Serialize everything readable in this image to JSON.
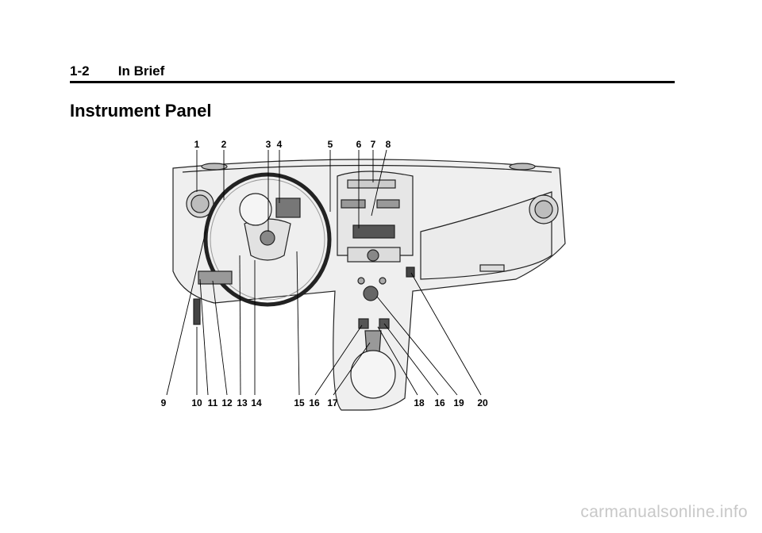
{
  "header": {
    "page_number": "1-2",
    "section": "In Brief"
  },
  "title": "Instrument Panel",
  "callouts": [
    "1",
    "2",
    "3",
    "4",
    "5",
    "6",
    "7",
    "8",
    "9",
    "10",
    "11",
    "12",
    "13",
    "14",
    "15",
    "16",
    "17",
    "18",
    "16",
    "19",
    "20"
  ],
  "watermark": "carmanualsonline.info"
}
